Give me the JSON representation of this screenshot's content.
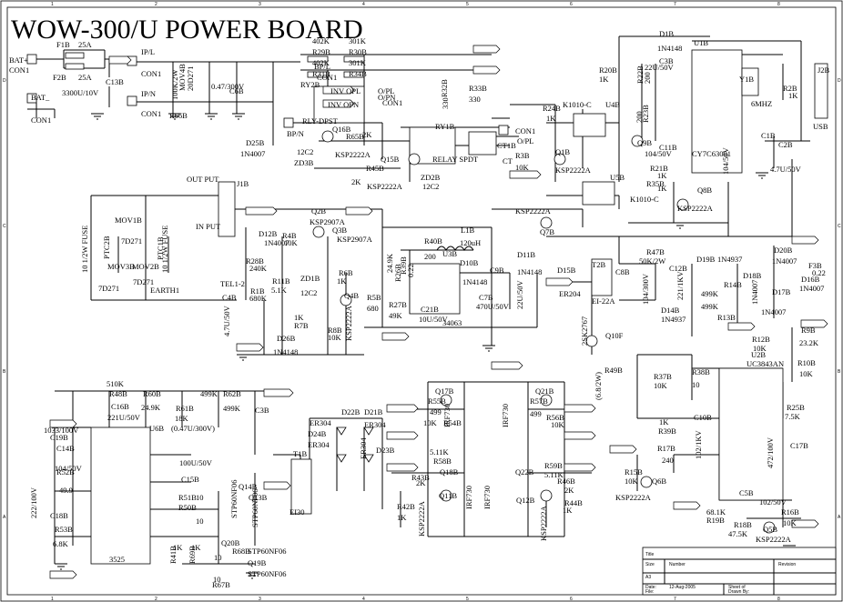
{
  "title": "WOW-300/U POWER BOARD",
  "border": {
    "col_labels": [
      "1",
      "2",
      "3",
      "4",
      "5",
      "6",
      "7",
      "8"
    ],
    "row_labels": [
      "D",
      "C",
      "B",
      "A"
    ]
  },
  "connectors": {
    "bat_plus": "BAT+",
    "con1": "CON1",
    "bat_minus": "BAT_",
    "ip_l": "IP/L",
    "ip_n": "IP/N",
    "bp_n": "BP/N",
    "out_put": "OUT PUT",
    "in_put": "IN PUT",
    "j1b": "J1B",
    "j2b": "J2B",
    "usb": "USB",
    "tel": "TEL1-2",
    "earth": "EARTH1"
  },
  "labels": [
    {
      "id": "f1b",
      "text": "F1B"
    },
    {
      "id": "f1b_v",
      "text": "25A"
    },
    {
      "id": "f2b",
      "text": "F2B"
    },
    {
      "id": "f2b_v",
      "text": "25A"
    },
    {
      "id": "c13b",
      "text": "C13B"
    },
    {
      "id": "c13b_v",
      "text": "3300U/10V"
    },
    {
      "id": "mov_d",
      "text": "MOV4B"
    },
    {
      "id": "mov_d_v",
      "text": "20D271"
    },
    {
      "id": "r66b",
      "text": "R66B"
    },
    {
      "id": "r66b_v",
      "text": "100K/2W"
    },
    {
      "id": "c6b",
      "text": "C6B"
    },
    {
      "id": "c6b_v",
      "text": "0.47/300V"
    },
    {
      "id": "r29b",
      "text": "R29B"
    },
    {
      "id": "r29b_v",
      "text": "402K"
    },
    {
      "id": "r30b",
      "text": "R30B"
    },
    {
      "id": "r30b_v",
      "text": "301K"
    },
    {
      "id": "r31b_v",
      "text": "402K"
    },
    {
      "id": "r31b",
      "text": "R31B"
    },
    {
      "id": "r34b_v",
      "text": "301K"
    },
    {
      "id": "r34b",
      "text": "R34B"
    },
    {
      "id": "r32b",
      "text": "R32B"
    },
    {
      "id": "r32b_v",
      "text": "330"
    },
    {
      "id": "r33b",
      "text": "R33B"
    },
    {
      "id": "r33b_v",
      "text": "330"
    },
    {
      "id": "bpl",
      "text": "BP/L"
    },
    {
      "id": "ry2b",
      "text": "RY2B"
    },
    {
      "id": "con1b",
      "text": "CON1"
    },
    {
      "id": "con1c",
      "text": "CON1"
    },
    {
      "id": "inv_opl",
      "text": "INV OPL"
    },
    {
      "id": "opl",
      "text": "O/PL"
    },
    {
      "id": "opn",
      "text": "O/PN"
    },
    {
      "id": "inv_opn",
      "text": "INV OPN"
    },
    {
      "id": "rly_dpst",
      "text": "RLY-DPST"
    },
    {
      "id": "ry1b",
      "text": "RY1B"
    },
    {
      "id": "relay_spdt",
      "text": "RELAY SPDT"
    },
    {
      "id": "ct1b",
      "text": "CT1B"
    },
    {
      "id": "ct",
      "text": "CT"
    },
    {
      "id": "con1d",
      "text": "CON1"
    },
    {
      "id": "opl2",
      "text": "O/PL"
    },
    {
      "id": "d25b",
      "text": "D25B"
    },
    {
      "id": "d25b_v",
      "text": "1N4007"
    },
    {
      "id": "q16b",
      "text": "Q16B"
    },
    {
      "id": "r65b",
      "text": "R65B"
    },
    {
      "id": "r65b_v",
      "text": "2K"
    },
    {
      "id": "zd3b_v",
      "text": "12C2"
    },
    {
      "id": "zd3b",
      "text": "ZD3B"
    },
    {
      "id": "ksp1",
      "text": "KSP2222A"
    },
    {
      "id": "q15b",
      "text": "Q15B"
    },
    {
      "id": "r45b",
      "text": "R45B"
    },
    {
      "id": "r45b_v",
      "text": "2K"
    },
    {
      "id": "ksp2",
      "text": "KSP2222A"
    },
    {
      "id": "zd2b",
      "text": "ZD2B"
    },
    {
      "id": "zd2b_v",
      "text": "12C2"
    },
    {
      "id": "r24b",
      "text": "R24B"
    },
    {
      "id": "r24b_v",
      "text": "1K"
    },
    {
      "id": "k1010a",
      "text": "K1010-C"
    },
    {
      "id": "u4b",
      "text": "U4B"
    },
    {
      "id": "q1b",
      "text": "Q1B"
    },
    {
      "id": "r3b",
      "text": "R3B"
    },
    {
      "id": "r3b_v",
      "text": "10K"
    },
    {
      "id": "ksp3",
      "text": "KSP2222A"
    },
    {
      "id": "r20b",
      "text": "R20B"
    },
    {
      "id": "r20b_v",
      "text": "1K"
    },
    {
      "id": "r22b",
      "text": "R22B"
    },
    {
      "id": "r22b_v",
      "text": "200"
    },
    {
      "id": "r23b",
      "text": "R23B"
    },
    {
      "id": "r23b_v",
      "text": "200"
    },
    {
      "id": "d1b",
      "text": "D1B"
    },
    {
      "id": "d1b_v",
      "text": "1N4148"
    },
    {
      "id": "u1b",
      "text": "U1B"
    },
    {
      "id": "c3b",
      "text": "C3B"
    },
    {
      "id": "c3b_v",
      "text": "22U/50V"
    },
    {
      "id": "q9b",
      "text": "Q9B"
    },
    {
      "id": "c11b",
      "text": "C11B"
    },
    {
      "id": "c11b_v",
      "text": "104/50V"
    },
    {
      "id": "cy7c",
      "text": "CY7C63001"
    },
    {
      "id": "r21b",
      "text": "R21B"
    },
    {
      "id": "r21b_v",
      "text": "1K"
    },
    {
      "id": "r35b",
      "text": "R35B"
    },
    {
      "id": "r35b_v",
      "text": "1K"
    },
    {
      "id": "u5b",
      "text": "U5B"
    },
    {
      "id": "k1010b",
      "text": "K1010-C"
    },
    {
      "id": "q8b",
      "text": "Q8B"
    },
    {
      "id": "ksp4",
      "text": "KSP2222A"
    },
    {
      "id": "y1b",
      "text": "Y1B"
    },
    {
      "id": "y1b_v",
      "text": "6MHZ"
    },
    {
      "id": "r2b",
      "text": "R2B"
    },
    {
      "id": "r2b_v",
      "text": "1K"
    },
    {
      "id": "c1b",
      "text": "C1B"
    },
    {
      "id": "c2b",
      "text": "C2B"
    },
    {
      "id": "c104",
      "text": "104/50V"
    },
    {
      "id": "c2b_v",
      "text": "4.7U/50V"
    },
    {
      "id": "fuse_a",
      "text": "10 1/2W FUSE"
    },
    {
      "id": "fuse_b",
      "text": "10 1/2W FUSE"
    },
    {
      "id": "mov1b",
      "text": "MOV1B"
    },
    {
      "id": "mov1b_v",
      "text": "7D271"
    },
    {
      "id": "ptc2b",
      "text": "PTC2B"
    },
    {
      "id": "ptc1b",
      "text": "PTC1B"
    },
    {
      "id": "mov3b",
      "text": "MOV3B"
    },
    {
      "id": "mov3b_v",
      "text": "7D271"
    },
    {
      "id": "mov2b",
      "text": "MOV2B"
    },
    {
      "id": "mov2b_v",
      "text": "7D271"
    },
    {
      "id": "d12b",
      "text": "D12B"
    },
    {
      "id": "d12b_v",
      "text": "1N4007"
    },
    {
      "id": "r28b",
      "text": "R28B"
    },
    {
      "id": "r28b_v",
      "text": "240K"
    },
    {
      "id": "r4b",
      "text": "R4B"
    },
    {
      "id": "r4b_v",
      "text": "10K"
    },
    {
      "id": "q2b",
      "text": "Q2B"
    },
    {
      "id": "ksp2907a",
      "text": "KSP2907A"
    },
    {
      "id": "q3b",
      "text": "Q3B"
    },
    {
      "id": "ksp2907b",
      "text": "KSP2907A"
    },
    {
      "id": "r11b",
      "text": "R11B"
    },
    {
      "id": "r11b_v",
      "text": "5.1K"
    },
    {
      "id": "zd1b",
      "text": "ZD1B"
    },
    {
      "id": "zd1b_v",
      "text": "12C2"
    },
    {
      "id": "r6b",
      "text": "R6B"
    },
    {
      "id": "r6b_v",
      "text": "1K"
    },
    {
      "id": "r1b",
      "text": "R1B"
    },
    {
      "id": "r1b_v",
      "text": "680K"
    },
    {
      "id": "c4b",
      "text": "C4B"
    },
    {
      "id": "c4b_v",
      "text": "4.7U/50V"
    },
    {
      "id": "r7b_v",
      "text": "1K"
    },
    {
      "id": "r7b",
      "text": "R7B"
    },
    {
      "id": "q4b",
      "text": "Q4B"
    },
    {
      "id": "ksp5",
      "text": "KSP2222A"
    },
    {
      "id": "r8b",
      "text": "R8B"
    },
    {
      "id": "r8b_v",
      "text": "10K"
    },
    {
      "id": "d26b",
      "text": "D26B"
    },
    {
      "id": "d26b_v",
      "text": "1N4148"
    },
    {
      "id": "r5b",
      "text": "R5B"
    },
    {
      "id": "r5b_v",
      "text": "680"
    },
    {
      "id": "r40b",
      "text": "R40B"
    },
    {
      "id": "r40b_v",
      "text": "200"
    },
    {
      "id": "r26b",
      "text": "R26B"
    },
    {
      "id": "r26b_v",
      "text": "24.9K"
    },
    {
      "id": "r39b",
      "text": "R39B"
    },
    {
      "id": "r39b_v",
      "text": "0.22"
    },
    {
      "id": "r27b",
      "text": "R27B"
    },
    {
      "id": "r27b_v",
      "text": "49K"
    },
    {
      "id": "u3b",
      "text": "U3B"
    },
    {
      "id": "u3b_v",
      "text": "34063"
    },
    {
      "id": "l1b",
      "text": "L1B"
    },
    {
      "id": "l1b_v",
      "text": "120uH"
    },
    {
      "id": "d10b",
      "text": "D10B"
    },
    {
      "id": "d10b_v",
      "text": "1N4148"
    },
    {
      "id": "c9b",
      "text": "C9B"
    },
    {
      "id": "c21b",
      "text": "C21B"
    },
    {
      "id": "c21b_v",
      "text": "10U/50V"
    },
    {
      "id": "c7b",
      "text": "C7B"
    },
    {
      "id": "c7b_v",
      "text": "470U/50V"
    },
    {
      "id": "c22u",
      "text": "22U/50V"
    },
    {
      "id": "d11b",
      "text": "D11B"
    },
    {
      "id": "d11b_v",
      "text": "1N4148"
    },
    {
      "id": "q7b",
      "text": "Q7B"
    },
    {
      "id": "ksp6",
      "text": "KSP2222A"
    },
    {
      "id": "d15b",
      "text": "D15B"
    },
    {
      "id": "d15b_v",
      "text": "ER204"
    },
    {
      "id": "t2b",
      "text": "T2B"
    },
    {
      "id": "t2b_v",
      "text": "EI-22A"
    },
    {
      "id": "c8b",
      "text": "C8B"
    },
    {
      "id": "c8b_v",
      "text": "104/300V"
    },
    {
      "id": "c12b",
      "text": "C12B"
    },
    {
      "id": "c12b_v",
      "text": "221/1KV"
    },
    {
      "id": "r47b",
      "text": "R47B"
    },
    {
      "id": "r47b_v",
      "text": "50K/2W"
    },
    {
      "id": "d19b",
      "text": "D19B"
    },
    {
      "id": "d19b_v",
      "text": "1N4937"
    },
    {
      "id": "r14b",
      "text": "R14B"
    },
    {
      "id": "r14b_v1",
      "text": "499K"
    },
    {
      "id": "r14b_v2",
      "text": "499K"
    },
    {
      "id": "r13b",
      "text": "R13B"
    },
    {
      "id": "d14b",
      "text": "D14B"
    },
    {
      "id": "d14b_v",
      "text": "1N4937"
    },
    {
      "id": "q10f",
      "text": "Q10F"
    },
    {
      "id": "sk",
      "text": "2SK2767"
    },
    {
      "id": "d18b",
      "text": "D18B"
    },
    {
      "id": "d18b_v",
      "text": "1N4007"
    },
    {
      "id": "d20b",
      "text": "D20B"
    },
    {
      "id": "d20b_v",
      "text": "1N4007"
    },
    {
      "id": "d17b",
      "text": "D17B"
    },
    {
      "id": "d17b_v",
      "text": "1N4007"
    },
    {
      "id": "d16b",
      "text": "D16B"
    },
    {
      "id": "d16b_v",
      "text": "1N4007"
    },
    {
      "id": "f3b",
      "text": "F3B"
    },
    {
      "id": "f3b_v",
      "text": "0.22"
    },
    {
      "id": "r12b",
      "text": "R12B"
    },
    {
      "id": "r12b_v",
      "text": "10K"
    },
    {
      "id": "r49b",
      "text": "R49B"
    },
    {
      "id": "r49b_v",
      "text": "(6.8/2W)"
    },
    {
      "id": "r37b",
      "text": "R37B"
    },
    {
      "id": "r37b_v",
      "text": "10K"
    },
    {
      "id": "r38b",
      "text": "R38B"
    },
    {
      "id": "r38b_v",
      "text": "10"
    },
    {
      "id": "u2b",
      "text": "U2B"
    },
    {
      "id": "u2b_v",
      "text": "UC3843AN"
    },
    {
      "id": "r9b",
      "text": "R9B"
    },
    {
      "id": "r9b_v",
      "text": "23.2K"
    },
    {
      "id": "r10b",
      "text": "R10B"
    },
    {
      "id": "r10b_v",
      "text": "10K"
    },
    {
      "id": "r25b",
      "text": "R25B"
    },
    {
      "id": "r25b_v",
      "text": "7.5K"
    },
    {
      "id": "c17b",
      "text": "C17B"
    },
    {
      "id": "c17b_v",
      "text": "472/100V"
    },
    {
      "id": "c10b",
      "text": "C10B"
    },
    {
      "id": "c10b_v",
      "text": "102/1KV"
    },
    {
      "id": "r39b2",
      "text": "R39B"
    },
    {
      "id": "r39b2_v",
      "text": "1K"
    },
    {
      "id": "r17b",
      "text": "R17B"
    },
    {
      "id": "r17b_v",
      "text": "240"
    },
    {
      "id": "r15b",
      "text": "R15B"
    },
    {
      "id": "r15b_v",
      "text": "10K"
    },
    {
      "id": "q6b",
      "text": "Q6B"
    },
    {
      "id": "ksp7",
      "text": "KSP2222A"
    },
    {
      "id": "c5b",
      "text": "C5B"
    },
    {
      "id": "c5b_v",
      "text": "102/50V"
    },
    {
      "id": "r19b",
      "text": "R19B"
    },
    {
      "id": "r19b_v",
      "text": "68.1K"
    },
    {
      "id": "r18b",
      "text": "R18B"
    },
    {
      "id": "r18b_v",
      "text": "47.5K"
    },
    {
      "id": "q5b",
      "text": "Q5B"
    },
    {
      "id": "ksp8",
      "text": "KSP2222A"
    },
    {
      "id": "r16b",
      "text": "R16B"
    },
    {
      "id": "r16b_v",
      "text": "10K"
    },
    {
      "id": "r48b",
      "text": "R48B"
    },
    {
      "id": "r48b_v",
      "text": "510K"
    },
    {
      "id": "c16b",
      "text": "C16B"
    },
    {
      "id": "c16b_v",
      "text": "221U/50V"
    },
    {
      "id": "r60b",
      "text": "R60B"
    },
    {
      "id": "r60b_v",
      "text": "24.9K"
    },
    {
      "id": "r61b",
      "text": "R61B"
    },
    {
      "id": "r61b_v",
      "text": "18K"
    },
    {
      "id": "r62b",
      "text": "R62B"
    },
    {
      "id": "r62b_v",
      "text": "499K"
    },
    {
      "id": "r62b_v2",
      "text": "499K"
    },
    {
      "id": "c047",
      "text": "(0.47U/300V)"
    },
    {
      "id": "c3b2",
      "text": "C3B"
    },
    {
      "id": "u6b",
      "text": "U6B"
    },
    {
      "id": "c19b",
      "text": "C19B"
    },
    {
      "id": "c19b_v",
      "text": "1033/100V"
    },
    {
      "id": "c14b",
      "text": "C14B"
    },
    {
      "id": "c14b_v",
      "text": "104/50V"
    },
    {
      "id": "r52b",
      "text": "R52B"
    },
    {
      "id": "r52b_v",
      "text": "49.9"
    },
    {
      "id": "c18b",
      "text": "C18B"
    },
    {
      "id": "c18b_v",
      "text": "222/100V"
    },
    {
      "id": "r53b",
      "text": "R53B"
    },
    {
      "id": "r53b_v",
      "text": "6.8K"
    },
    {
      "id": "u3525",
      "text": "3525"
    },
    {
      "id": "c100u",
      "text": "100U/50V"
    },
    {
      "id": "c15b",
      "text": "C15B"
    },
    {
      "id": "r51b",
      "text": "R51B"
    },
    {
      "id": "r51b_v",
      "text": "10"
    },
    {
      "id": "r50b",
      "text": "R50B"
    },
    {
      "id": "r50b_v",
      "text": "10"
    },
    {
      "id": "q14b",
      "text": "Q14B"
    },
    {
      "id": "stp1",
      "text": "STP60NF06"
    },
    {
      "id": "q13b",
      "text": "Q13B"
    },
    {
      "id": "stp2",
      "text": "STP60NF06"
    },
    {
      "id": "q20b",
      "text": "Q20B"
    },
    {
      "id": "r68b",
      "text": "R68B"
    },
    {
      "id": "r68b_v",
      "text": "10"
    },
    {
      "id": "q19b",
      "text": "Q19B"
    },
    {
      "id": "stp3",
      "text": "STP60NF06"
    },
    {
      "id": "stp4",
      "text": "STP60NF06"
    },
    {
      "id": "r41b",
      "text": "R41B"
    },
    {
      "id": "r41b_v",
      "text": "1K"
    },
    {
      "id": "r69b",
      "text": "R69B"
    },
    {
      "id": "r69b_v",
      "text": "1K"
    },
    {
      "id": "r67b_v",
      "text": "10"
    },
    {
      "id": "r67b",
      "text": "R67B"
    },
    {
      "id": "t1b",
      "text": "T1B"
    },
    {
      "id": "ei30",
      "text": "EI30"
    },
    {
      "id": "d22b",
      "text": "D22B"
    },
    {
      "id": "d21b",
      "text": "D21B"
    },
    {
      "id": "er304a",
      "text": "ER304"
    },
    {
      "id": "er304b",
      "text": "ER304"
    },
    {
      "id": "d24b",
      "text": "D24B"
    },
    {
      "id": "er304c",
      "text": "ER304"
    },
    {
      "id": "d23b",
      "text": "D23B"
    },
    {
      "id": "er304d",
      "text": "ER304"
    },
    {
      "id": "q17b",
      "text": "Q17B"
    },
    {
      "id": "r55b",
      "text": "R55B"
    },
    {
      "id": "r55b_v",
      "text": "499"
    },
    {
      "id": "r54b_v",
      "text": "10K"
    },
    {
      "id": "r54b",
      "text": "R54B"
    },
    {
      "id": "irf1",
      "text": "IRF730"
    },
    {
      "id": "irf2",
      "text": "IRF730"
    },
    {
      "id": "q21b",
      "text": "Q21B"
    },
    {
      "id": "r57b",
      "text": "R57B"
    },
    {
      "id": "r57b_v",
      "text": "499"
    },
    {
      "id": "r56b",
      "text": "R56B"
    },
    {
      "id": "r56b_v",
      "text": "10K"
    },
    {
      "id": "r43b",
      "text": "R43B"
    },
    {
      "id": "r43b_v",
      "text": "2K"
    },
    {
      "id": "q18b",
      "text": "Q18B"
    },
    {
      "id": "r58b",
      "text": "R58B"
    },
    {
      "id": "r58b_v",
      "text": "5.11K"
    },
    {
      "id": "q11b",
      "text": "Q11B"
    },
    {
      "id": "r42b",
      "text": "R42B"
    },
    {
      "id": "r42b_v",
      "text": "1K"
    },
    {
      "id": "ksp9",
      "text": "KSP2222A"
    },
    {
      "id": "irf3",
      "text": "IRF730"
    },
    {
      "id": "irf4",
      "text": "IRF730"
    },
    {
      "id": "q22b",
      "text": "Q22B"
    },
    {
      "id": "r59b",
      "text": "R59B"
    },
    {
      "id": "r59b_v",
      "text": "5.11K"
    },
    {
      "id": "r46b",
      "text": "R46B"
    },
    {
      "id": "r46b_v",
      "text": "2K"
    },
    {
      "id": "q12b",
      "text": "Q12B"
    },
    {
      "id": "r44b",
      "text": "R44B"
    },
    {
      "id": "r44b_v",
      "text": "1K"
    },
    {
      "id": "ksp10",
      "text": "KSP2222A"
    }
  ],
  "title_block": {
    "title": "Title",
    "size": "Size",
    "size_v": "A3",
    "number": "Number",
    "revision": "Revision",
    "date": "Date:",
    "date_v": "12-Aug-2005",
    "sheet": "Sheet of",
    "file": "File:",
    "drawn_by": "Drawn By:"
  }
}
